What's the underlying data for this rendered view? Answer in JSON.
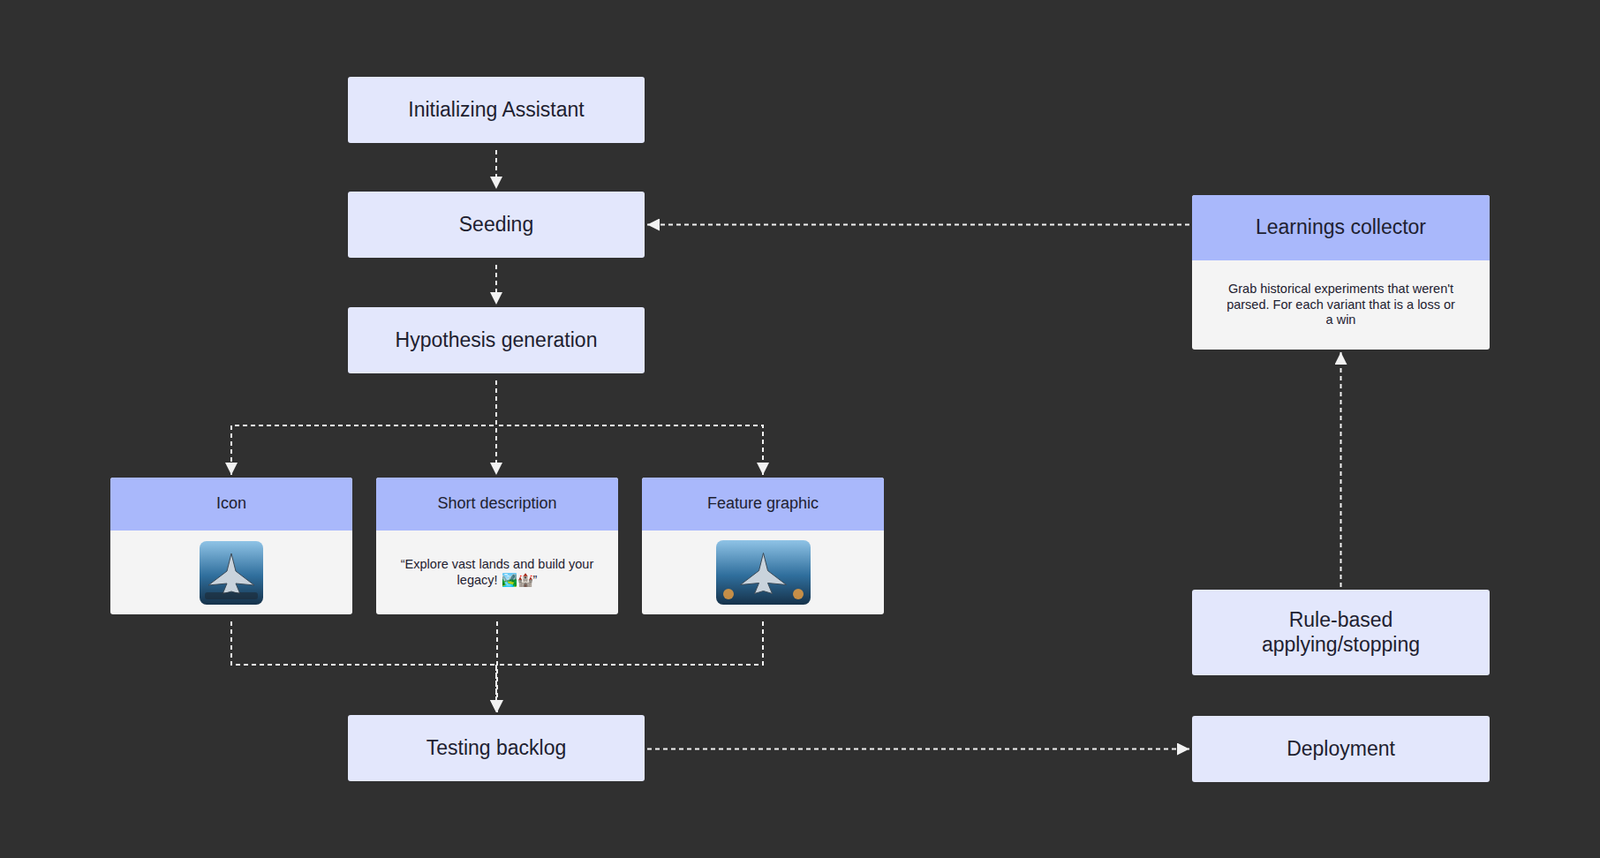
{
  "diagram": {
    "nodes": [
      {
        "text": [
          "Initializing Assistant"
        ]
      },
      {
        "text": [
          "Seeding"
        ]
      },
      {
        "text": [
          "Hypothesis generation"
        ]
      },
      {
        "text": [
          "Learnings collector",
          "Grab historical experiments that weren't parsed. For each variant that is a loss or a win"
        ]
      },
      {
        "text": [
          "Icon"
        ]
      },
      {
        "text": [
          "Short description",
          "“Explore vast lands and build your legacy! 🏞️🏰”"
        ]
      },
      {
        "text": [
          "Feature graphic"
        ]
      },
      {
        "text": [
          "Rule-based applying/stopping"
        ]
      },
      {
        "text": [
          "Testing backlog"
        ]
      },
      {
        "text": [
          "Deployment"
        ]
      }
    ],
    "edges": [
      {
        "from": 0,
        "to": 1,
        "arrow": "to"
      },
      {
        "from": 1,
        "to": 2,
        "arrow": "to"
      },
      {
        "from": 2,
        "to": 4,
        "arrow": "to"
      },
      {
        "from": 2,
        "to": 5,
        "arrow": "to"
      },
      {
        "from": 2,
        "to": 6,
        "arrow": "to"
      },
      {
        "from": 4,
        "to": 8,
        "arrow": "to"
      },
      {
        "from": 5,
        "to": 8,
        "arrow": "to"
      },
      {
        "from": 6,
        "to": 8,
        "arrow": "to"
      },
      {
        "from": 8,
        "to": 9,
        "arrow": "to"
      },
      {
        "from": 7,
        "to": 3,
        "arrow": "to"
      },
      {
        "from": 3,
        "to": 1,
        "arrow": "to"
      }
    ]
  }
}
